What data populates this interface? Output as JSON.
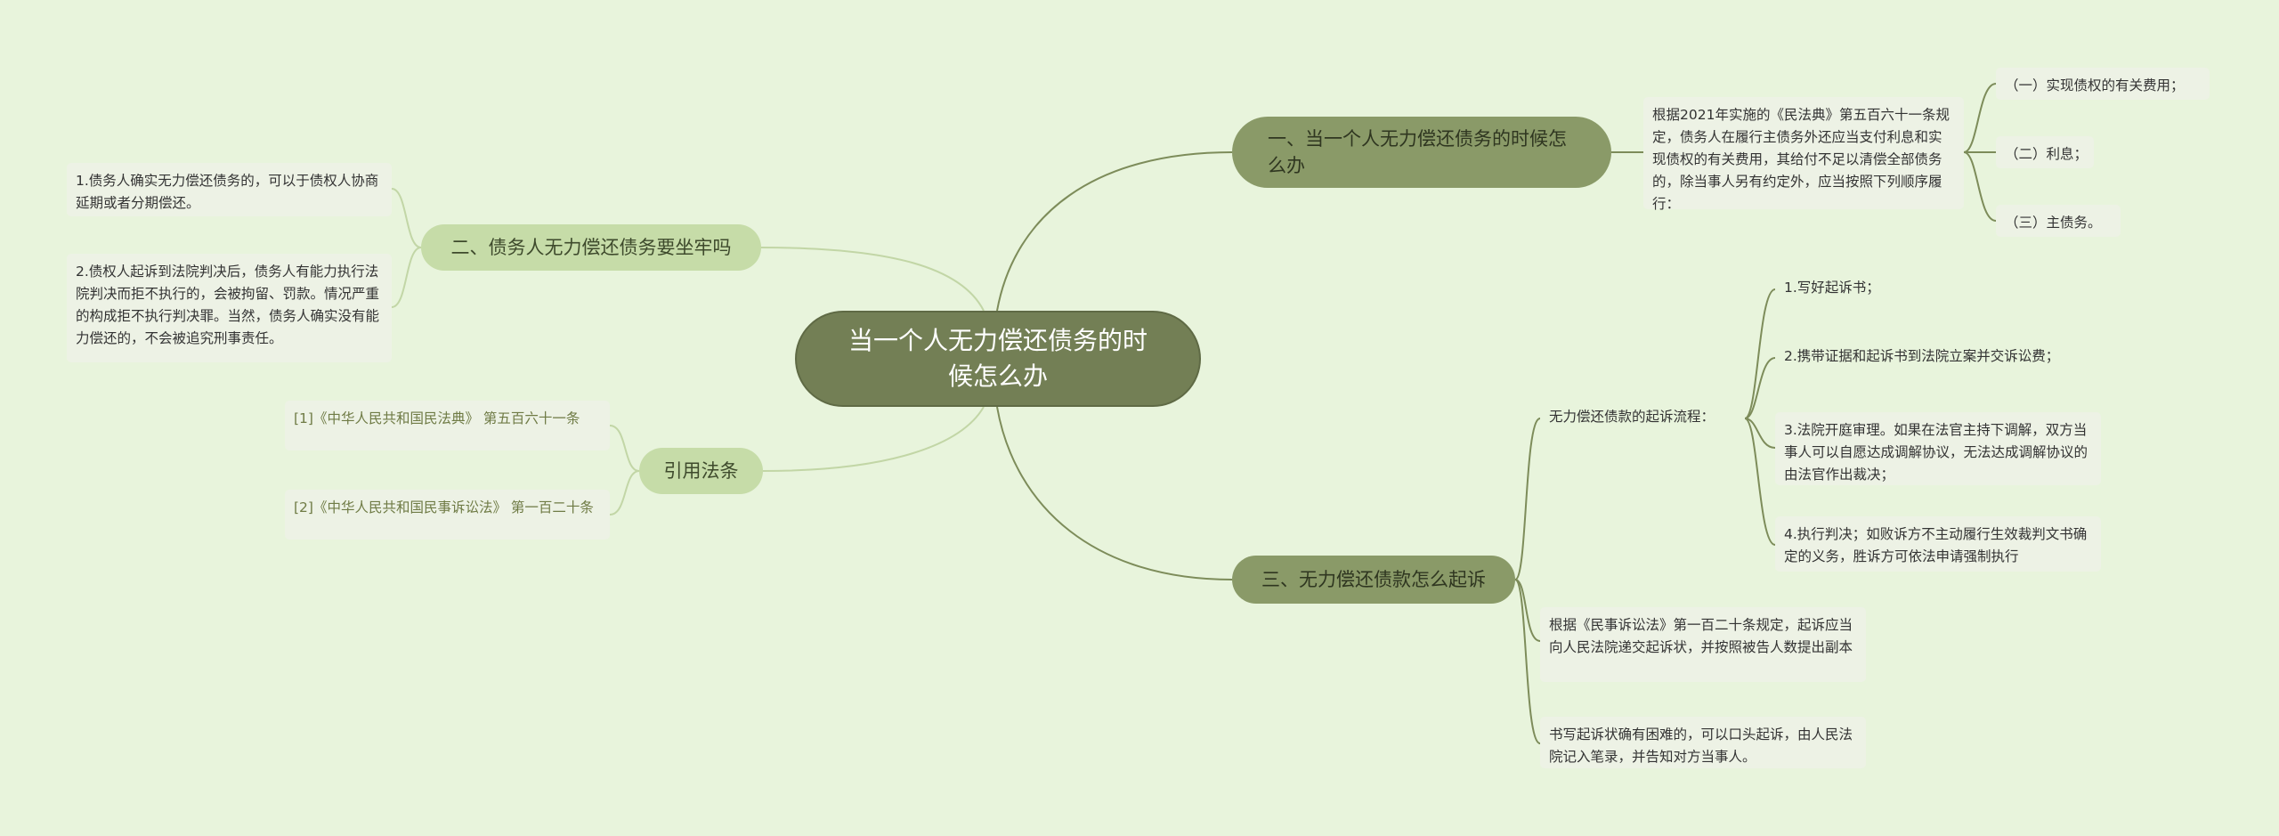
{
  "root": {
    "title": "当一个人无力偿还债务的时候怎么办"
  },
  "branches": {
    "b1": {
      "label": "一、当一个人无力偿还债务的时候怎么办",
      "text": "根据2021年实施的《民法典》第五百六十一条规定，债务人在履行主债务外还应当支付利息和实现债权的有关费用，其给付不足以清偿全部债务的，除当事人另有约定外，应当按照下列顺序履行：",
      "items": [
        "（一）实现债权的有关费用；",
        "（二）利息；",
        "（三）主债务。"
      ]
    },
    "b2": {
      "label": "二、债务人无力偿还债务要坐牢吗",
      "items": [
        "1.债务人确实无力偿还债务的，可以于债权人协商延期或者分期偿还。",
        "2.债权人起诉到法院判决后，债务人有能力执行法院判决而拒不执行的，会被拘留、罚款。情况严重的构成拒不执行判决罪。当然，债务人确实没有能力偿还的，不会被追究刑事责任。"
      ]
    },
    "b3": {
      "label": "三、无力偿还债款怎么起诉",
      "process": {
        "label": "无力偿还债款的起诉流程：",
        "steps": [
          "1.写好起诉书；",
          "2.携带证据和起诉书到法院立案并交诉讼费；",
          "3.法院开庭审理。如果在法官主持下调解，双方当事人可以自愿达成调解协议，无法达成调解协议的由法官作出裁决；",
          "4.执行判决；如败诉方不主动履行生效裁判文书确定的义务，胜诉方可依法申请强制执行"
        ]
      },
      "notes": [
        "根据《民事诉讼法》第一百二十条规定，起诉应当向人民法院递交起诉状，并按照被告人数提出副本",
        "书写起诉状确有困难的，可以口头起诉，由人民法院记入笔录，并告知对方当事人。"
      ]
    },
    "refs": {
      "label": "引用法条",
      "items": [
        "[1]《中华人民共和国民法典》 第五百六十一条",
        "[2]《中华人民共和国民事诉讼法》 第一百二十条"
      ]
    }
  },
  "colors": {
    "background": "#e8f4dc",
    "root": "#737f55",
    "branch_dark": "#8a9a68",
    "branch_light": "#c6dca8",
    "leaf": "#edf2e5",
    "line_dark": "#7d8c5a",
    "line_light": "#c2d6a6"
  }
}
